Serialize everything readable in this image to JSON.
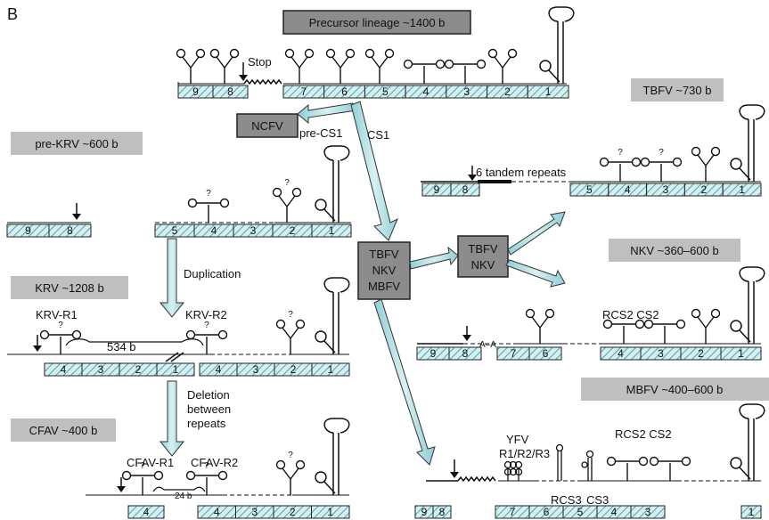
{
  "panel_letter": "B",
  "colors": {
    "hatch_fill": "#d6eef0",
    "hatch_stroke": "#4aa6ad",
    "arrow_fill": "#bde3e6",
    "grey_box": "#bfbfbf",
    "dark_box": "#8c8c8c"
  },
  "titles": {
    "precursor": "Precursor lineage ~1400 b",
    "tbfv": "TBFV ~730 b",
    "prekrv": "pre-KRV ~600 b",
    "nkv": "NKV ~360–600 b",
    "krv": "KRV ~1208 b",
    "mbfv": "MBFV ~400–600 b",
    "cfav": "CFAV ~400 b"
  },
  "boxes": {
    "ncfv": "NCFV",
    "center": [
      "TBFV",
      "NKV",
      "MBFV"
    ],
    "tbfv_nkv": [
      "TBFV",
      "NKV"
    ]
  },
  "labels": {
    "stop": "Stop",
    "pre_cs1": "pre-CS1",
    "cs1": "CS1",
    "tandem": "6 tandem repeats",
    "duplication": "Duplication",
    "krv_r1": "KRV-R1",
    "krv_r2": "KRV-R2",
    "b534": "534 b",
    "deletion": [
      "Deletion",
      "between",
      "repeats"
    ],
    "cfav_r1": "CFAV-R1",
    "cfav_r2": "CFAV-R2",
    "b24": "24 b",
    "rcs2_cs2_nkv": "RCS2 CS2",
    "rcs2_cs2_mbfv": "RCS2 CS2",
    "yfv": "YFV",
    "r123": "R1/R2/R3",
    "rcs3": "RCS3",
    "cs3": "CS3",
    "aa": "A–A",
    "q": "?"
  },
  "segments": {
    "precursor_left": [
      "9",
      "8"
    ],
    "precursor_right": [
      "7",
      "6",
      "5",
      "4",
      "3",
      "2",
      "1"
    ],
    "tbfv_left": [
      "9",
      "8"
    ],
    "tbfv_right": [
      "5",
      "4",
      "3",
      "2",
      "1"
    ],
    "prekrv_left": [
      "9",
      "8"
    ],
    "prekrv_right": [
      "5",
      "4",
      "3",
      "2",
      "1"
    ],
    "krv_left": [
      "4",
      "3",
      "2",
      "1"
    ],
    "krv_right": [
      "4",
      "3",
      "2",
      "1"
    ],
    "nkv_left": [
      "9",
      "8"
    ],
    "nkv_mid": [
      "7",
      "6"
    ],
    "nkv_right": [
      "4",
      "3",
      "2",
      "1"
    ],
    "cfav_a": [
      "4"
    ],
    "cfav_b": [
      "4",
      "3",
      "2",
      "1"
    ],
    "mbfv_left": [
      "9",
      "8"
    ],
    "mbfv_mid": [
      "7",
      "6",
      "5",
      "4",
      "3"
    ],
    "mbfv_end": [
      "1"
    ]
  }
}
